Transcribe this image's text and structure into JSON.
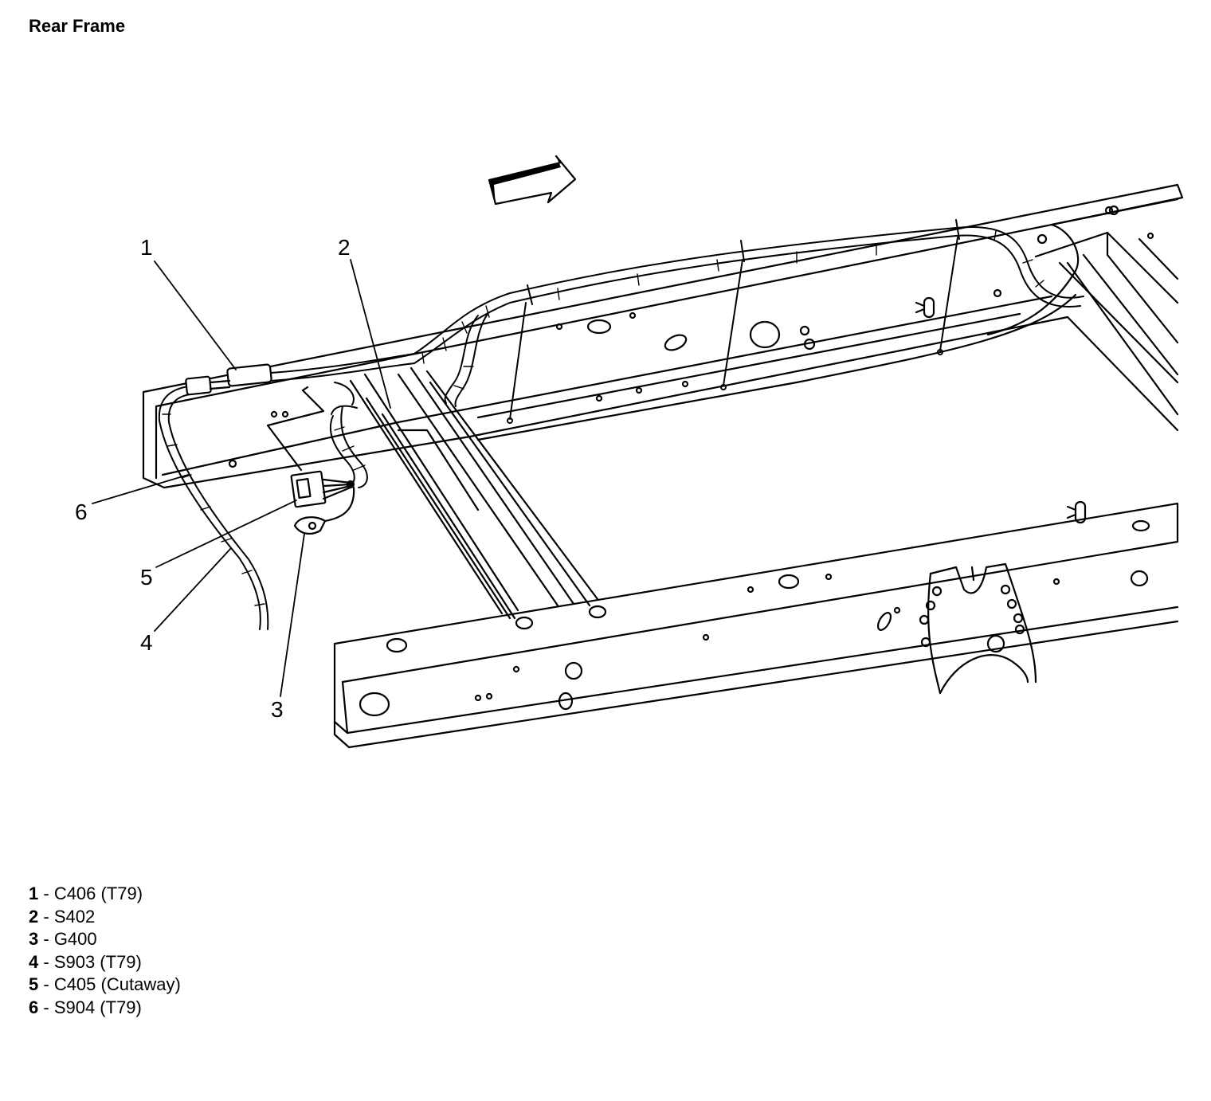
{
  "title": "Rear Frame",
  "callouts": [
    {
      "number": "1",
      "code": "C406 (T79)"
    },
    {
      "number": "2",
      "code": "S402"
    },
    {
      "number": "3",
      "code": "G400"
    },
    {
      "number": "4",
      "code": "S903 (T79)"
    },
    {
      "number": "5",
      "code": "C405 (Cutaway)"
    },
    {
      "number": "6",
      "code": "S904 (T79)"
    }
  ],
  "legend_separator": " - "
}
